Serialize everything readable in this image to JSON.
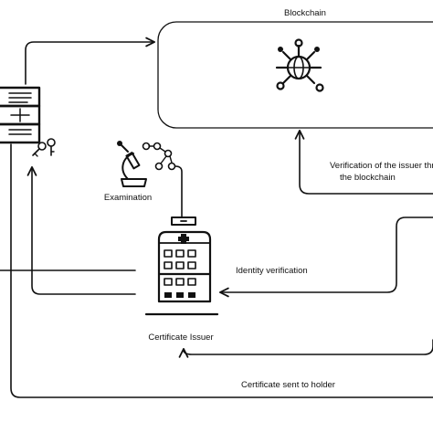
{
  "diagram": {
    "blockchain_label": "Blockchain",
    "examination_label": "Examination",
    "issuer_label": "Certificate Issuer",
    "edge_labels": {
      "verification_line1": "Verification of the issuer through",
      "verification_line2": "the blockchain",
      "identity": "Identity verification",
      "sent": "Certificate sent to holder"
    },
    "icons": {
      "blockchain": "network-globe-icon",
      "holder": "certificate-keys-icon",
      "examination": "microscope-molecule-icon",
      "issuer": "hospital-building-icon"
    }
  }
}
